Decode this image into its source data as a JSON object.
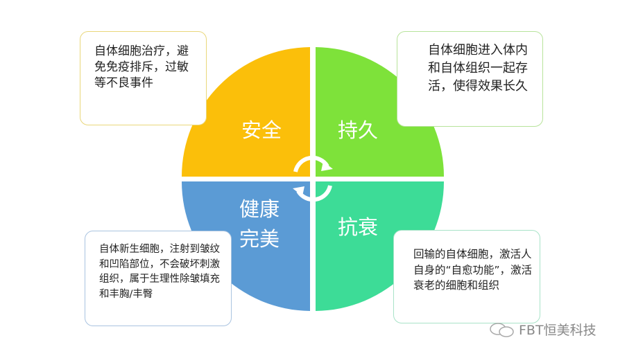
{
  "quadrants": [
    {
      "label": "安全",
      "color": "#FBBF0A"
    },
    {
      "label": "持久",
      "color": "#7EE23A"
    },
    {
      "label_line1": "健康",
      "label_line2": "完美",
      "color": "#5B9BD5"
    },
    {
      "label": "抗衰",
      "color": "#3DDC97"
    }
  ],
  "boxes": {
    "top_left": "自体细胞治疗，避免免疫排斥，过敏等不良事件",
    "top_right": "自体细胞进入体内和自体组织一起存活，使得效果长久",
    "bottom_left": "自体新生细胞，注射到皱纹和凹陷部位，不会破坏刺激组织，属于生理性除皱填充和丰胸/丰臀",
    "bottom_right": "回输的自体细胞，激活人自身的“自愈功能”，激活衰老的细胞和组织"
  },
  "watermark": "FBT恒美科技"
}
